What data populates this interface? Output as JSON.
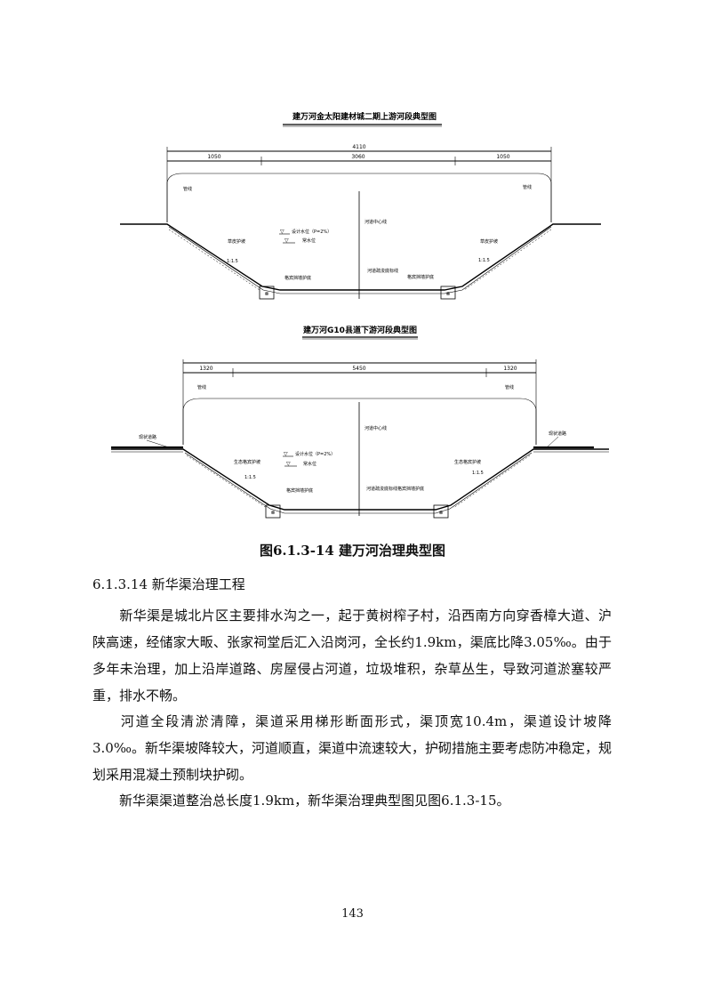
{
  "figure": {
    "diagram1": {
      "title": "建万河金太阳建材城二期上游河段典型图",
      "total_width": "4110",
      "left_width": "1050",
      "mid_width": "3060",
      "right_width": "1050",
      "left_label_top": "管线",
      "right_label_top": "管线",
      "centerline": "河道中心线",
      "flood_level": "设计水位（P=2%）",
      "normal_level": "常水位",
      "left_slope_label": "草皮护坡",
      "right_slope_label": "草皮护坡",
      "left_slope_ratio": "1:1.5",
      "right_slope_ratio": "1:1.5",
      "left_foot_label": "格宾挡墙护底",
      "bottom_label": "河道疏浚底标线",
      "right_foot_label": "格宾挡墙护底"
    },
    "diagram2": {
      "title": "建万河G10县道下游河段典型图",
      "total_width": "",
      "left_width": "1320",
      "mid_width": "5450",
      "right_width": "1320",
      "left_label_top": "管线",
      "right_label_top": "管线",
      "left_road": "现状道路",
      "right_road": "现状道路",
      "centerline": "河道中心线",
      "flood_level": "设计水位（P=2%）",
      "normal_level": "常水位",
      "left_slope_label": "生态格宾护坡",
      "right_slope_label": "生态格宾护坡",
      "left_slope_ratio": "1:1.5",
      "right_slope_ratio": "1:1.5",
      "left_foot_label": "格宾挡墙护底",
      "bottom_label": "河道疏浚底标线",
      "right_foot_label": "格宾挡墙护底"
    },
    "caption": "图6.1.3-14  建万河治理典型图"
  },
  "section_heading": "6.1.3.14  新华渠治理工程",
  "paragraphs": [
    "新华渠是城北片区主要排水沟之一，起于黄树榨子村，沿西南方向穿香樟大道、沪陕高速，经储家大畈、张家祠堂后汇入沿岗河，全长约1.9km，渠底比降3.05‰。由于多年未治理，加上沿岸道路、房屋侵占河道，垃圾堆积，杂草丛生，导致河道淤塞较严重，排水不畅。",
    "河道全段清淤清障，渠道采用梯形断面形式，渠顶宽10.4m，渠道设计坡降3.0‰。新华渠坡降较大，河道顺直，渠道中流速较大，护砌措施主要考虑防冲稳定，规划采用混凝土预制块护砌。",
    "新华渠渠道整治总长度1.9km，新华渠治理典型图见图6.1.3-15。"
  ],
  "page_number": "143"
}
